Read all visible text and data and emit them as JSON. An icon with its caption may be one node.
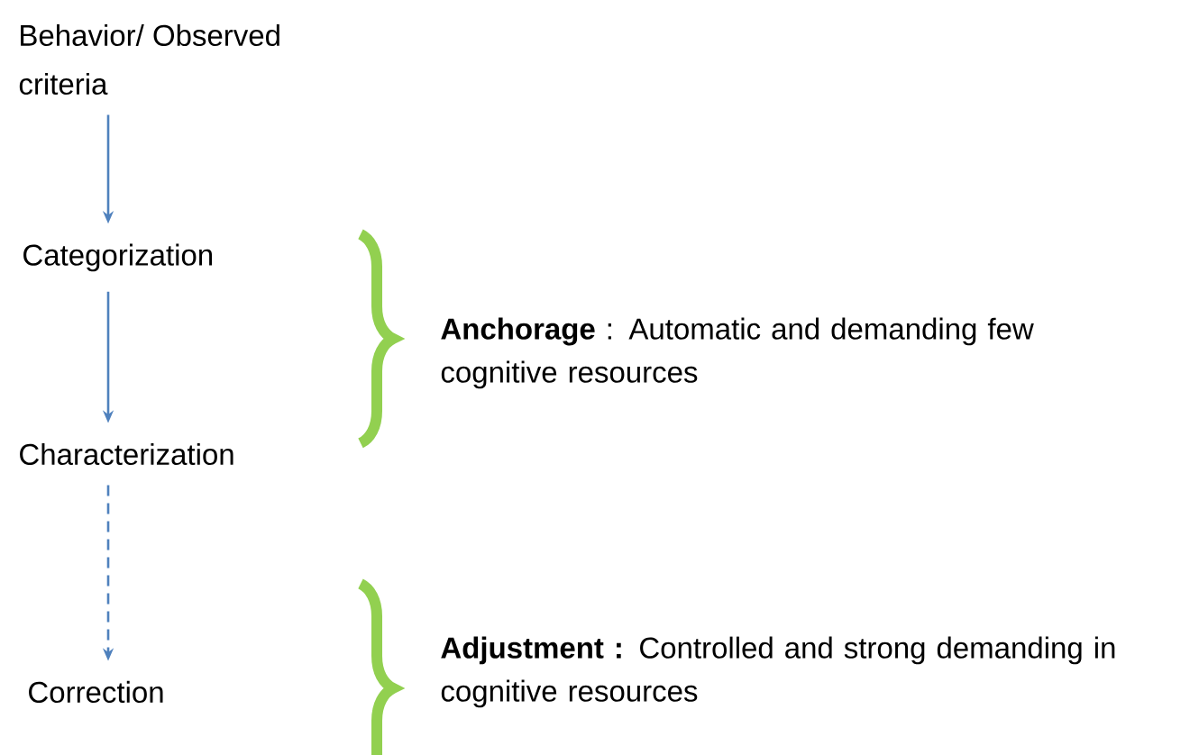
{
  "diagram": {
    "nodes": [
      {
        "text": [
          "Behavior/ Observed criteria"
        ]
      },
      {
        "text": [
          "Categorization"
        ]
      },
      {
        "text": [
          "Characterization"
        ]
      },
      {
        "text": [
          "Correction"
        ]
      }
    ],
    "edges": [
      {
        "from": 0,
        "to": 1,
        "arrow": "to"
      },
      {
        "from": 1,
        "to": 2,
        "arrow": "to"
      },
      {
        "from": 2,
        "to": 3,
        "arrow": "to",
        "style": "dashed"
      }
    ],
    "labels": [
      "**Anchorage** : Automatic and demanding few cognitive resources",
      "**Adjustment :** Controlled and strong demanding in cognitive resources"
    ]
  }
}
